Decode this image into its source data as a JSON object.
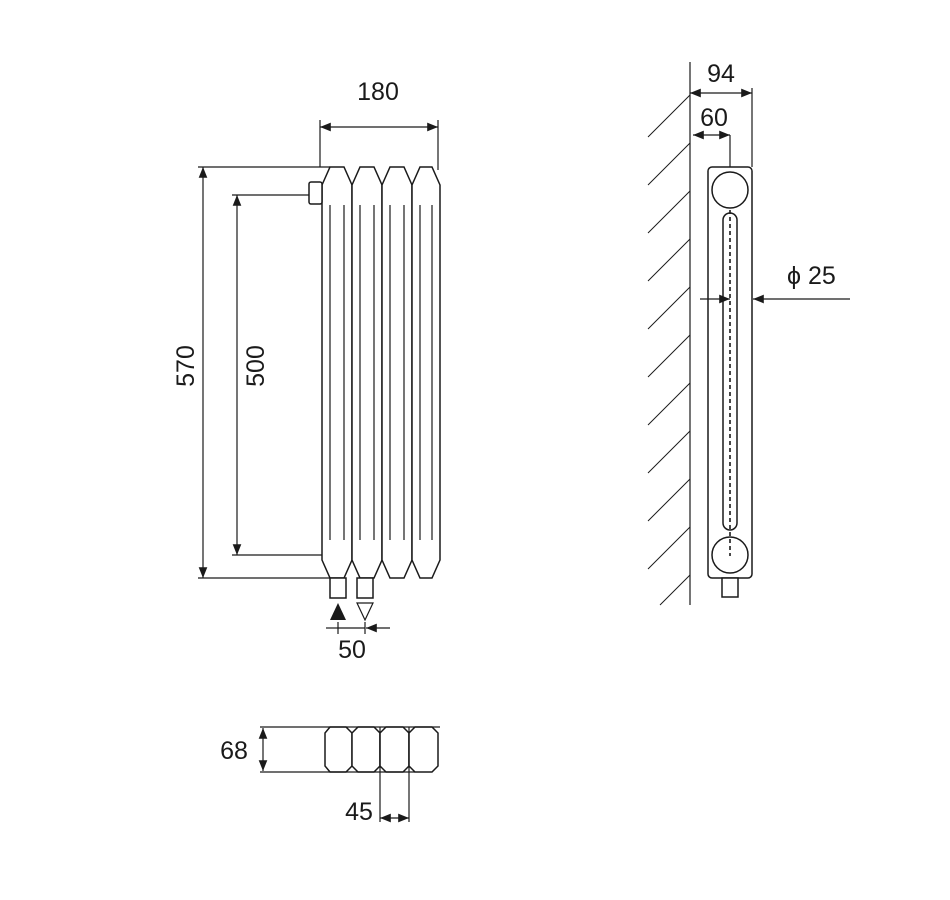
{
  "drawing": {
    "front_view": {
      "width_label": "180",
      "total_height_label": "570",
      "axis_height_label": "500",
      "pipe_spacing_label": "50",
      "inlet_icon": "filled-triangle-up",
      "outlet_icon": "hollow-triangle-down"
    },
    "side_view": {
      "depth_label": "94",
      "axis_depth_label": "60",
      "pipe_diameter_label": "ϕ 25"
    },
    "top_view": {
      "depth_label": "68",
      "section_width_label": "45"
    },
    "colors": {
      "line": "#1a1a1a",
      "background": "#ffffff"
    }
  }
}
